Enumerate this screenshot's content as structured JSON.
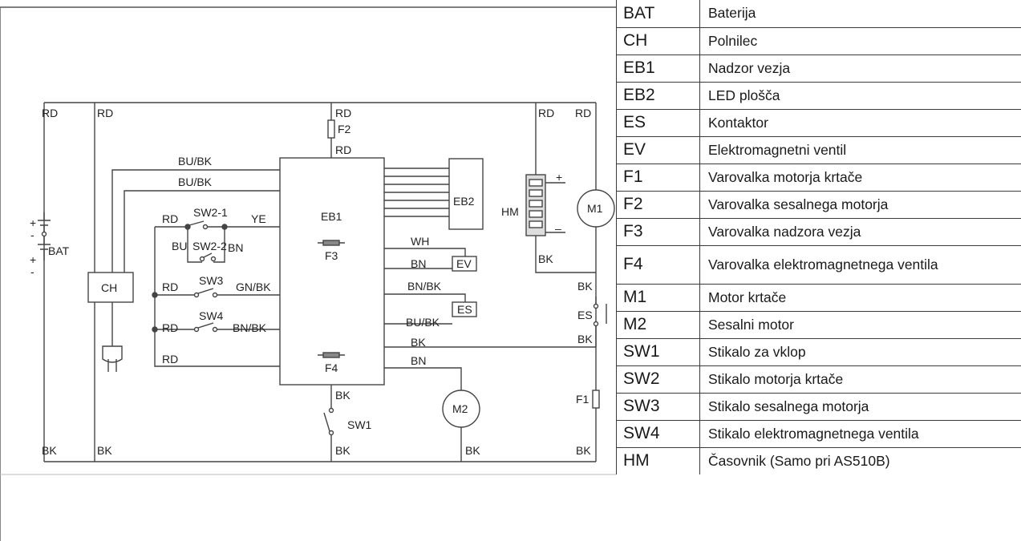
{
  "wire_labels": {
    "rd_left": "RD",
    "rd_ch": "RD",
    "rd_f2": "RD",
    "rd_f2_low": "RD",
    "rd_hm": "RD",
    "rd_m1": "RD",
    "bk_left": "BK",
    "bk_ch": "BK",
    "bk_sw1_top": "BK",
    "bk_sw1_bot": "BK",
    "bk_m2": "BK",
    "bk_right_bot": "BK",
    "bu_bk_1": "BU/BK",
    "bu_bk_2": "BU/BK",
    "rd_sw2": "RD",
    "ye_sw2": "YE",
    "bu_sw2": "BU",
    "bn_sw2": "BN",
    "rd_sw3": "RD",
    "gn_bk_sw3": "GN/BK",
    "rd_sw4": "RD",
    "bn_bk_sw4": "BN/BK",
    "rd_bottom": "RD",
    "wh_ev": "WH",
    "bn_ev": "BN",
    "bn_bk_es": "BN/BK",
    "bu_bk_es": "BU/BK",
    "bk_f4": "BK",
    "bn_f4": "BN",
    "bk_hm": "BK",
    "bk_es_top": "BK",
    "bk_es_bot": "BK",
    "hm_plus": "+",
    "hm_minus": "–",
    "bat_plus_1": "+",
    "bat_minus_1": "-",
    "bat_plus_2": "+",
    "bat_minus_2": "-"
  },
  "components": {
    "bat": "BAT",
    "ch": "CH",
    "eb1": "EB1",
    "eb2": "EB2",
    "f2": "F2",
    "f3": "F3",
    "f4": "F4",
    "ev": "EV",
    "es_box": "ES",
    "es_switch": "ES",
    "hm": "HM",
    "m1": "M1",
    "m2": "M2",
    "f1": "F1",
    "sw1": "SW1",
    "sw2_1": "SW2-1",
    "sw2_2": "SW2-2",
    "sw3": "SW3",
    "sw4": "SW4"
  },
  "legend": [
    {
      "code": "BAT",
      "desc": "Baterija"
    },
    {
      "code": "CH",
      "desc": "Polnilec"
    },
    {
      "code": "EB1",
      "desc": "Nadzor vezja"
    },
    {
      "code": "EB2",
      "desc": "LED plošča"
    },
    {
      "code": "ES",
      "desc": "Kontaktor"
    },
    {
      "code": "EV",
      "desc": "Elektromagnetni ventil"
    },
    {
      "code": "F1",
      "desc": "Varovalka motorja krtače"
    },
    {
      "code": "F2",
      "desc": "Varovalka sesalnega motorja"
    },
    {
      "code": "F3",
      "desc": "Varovalka nadzora vezja"
    },
    {
      "code": "F4",
      "desc": "Varovalka  elektromagnetnega ventila"
    },
    {
      "code": "M1",
      "desc": "Motor krtače"
    },
    {
      "code": "M2",
      "desc": "Sesalni motor"
    },
    {
      "code": "SW1",
      "desc": "Stikalo za vklop"
    },
    {
      "code": "SW2",
      "desc": "Stikalo motorja krtače"
    },
    {
      "code": "SW3",
      "desc": "Stikalo sesalnega motorja"
    },
    {
      "code": "SW4",
      "desc": "Stikalo elektromagnetnega ventila"
    },
    {
      "code": "HM",
      "desc": "Časovnik (Samo pri AS510B)"
    }
  ]
}
